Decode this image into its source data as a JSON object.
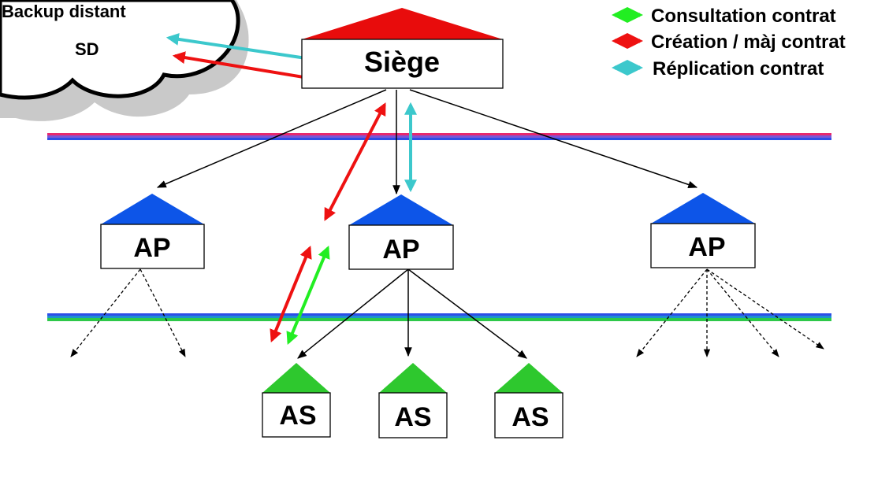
{
  "cloud": {
    "title": "Backup distant",
    "label": "SD"
  },
  "nodes": {
    "siege": {
      "label": "Siège",
      "roof_color": "#e80c0c"
    },
    "ap_left": {
      "label": "AP",
      "roof_color": "#0d55e8"
    },
    "ap_center": {
      "label": "AP",
      "roof_color": "#0d55e8"
    },
    "ap_right": {
      "label": "AP",
      "roof_color": "#0d55e8"
    },
    "as_left": {
      "label": "AS",
      "roof_color": "#2ec82e"
    },
    "as_center": {
      "label": "AS",
      "roof_color": "#2ec82e"
    },
    "as_right": {
      "label": "AS",
      "roof_color": "#2ec82e"
    }
  },
  "legend": [
    {
      "label": "Consultation contrat",
      "color": "#22ee22"
    },
    {
      "label": "Création / màj contrat",
      "color": "#ee1111"
    },
    {
      "label": "Réplication contrat",
      "color": "#3cc8cc"
    }
  ],
  "colors": {
    "consultation": "#22ee22",
    "creation": "#ee1111",
    "replication": "#3cc8cc",
    "band_top": [
      "#e8286e",
      "#7b55d6",
      "#2d4de8"
    ],
    "band_bottom": [
      "#2d4de8",
      "#1e90d0",
      "#2ec84a"
    ]
  }
}
